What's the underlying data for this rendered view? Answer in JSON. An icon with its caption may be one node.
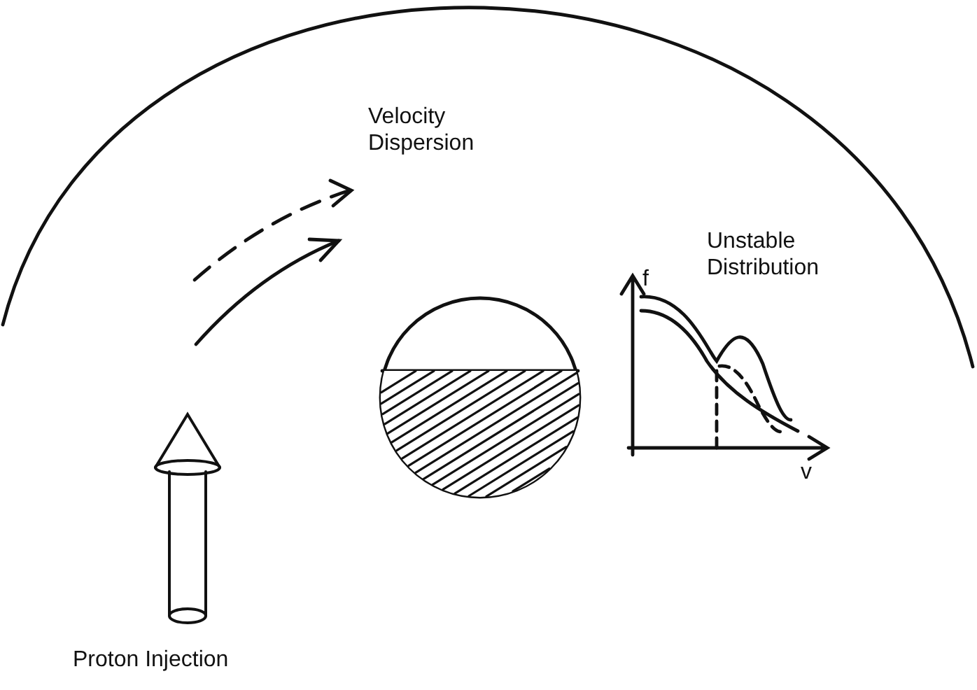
{
  "diagram": {
    "labels": [
      "Velocity Dispersion",
      "Unstable Distribution",
      "f",
      "v",
      "Proton Injection"
    ]
  }
}
